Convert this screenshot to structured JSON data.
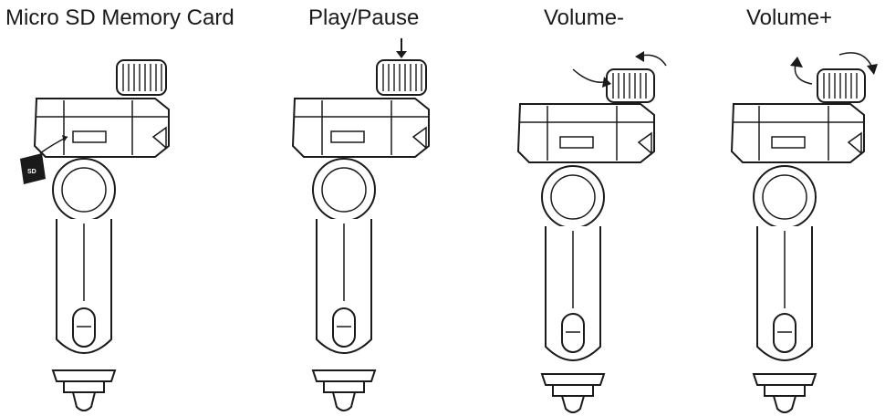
{
  "panels": [
    {
      "label": "Micro SD Memory Card",
      "indicator": "sd-card-insert"
    },
    {
      "label": "Play/Pause",
      "indicator": "press-down-arrow"
    },
    {
      "label": "Volume-",
      "indicator": "rotate-counterclockwise-arrows"
    },
    {
      "label": "Volume+",
      "indicator": "rotate-clockwise-arrows"
    }
  ],
  "icons": [
    "fm-transmitter-device",
    "micro-sd-card-icon",
    "down-arrow-icon",
    "rotate-arrow-icon"
  ],
  "colors": {
    "ink": "#1a1a1a",
    "background": "#ffffff"
  }
}
